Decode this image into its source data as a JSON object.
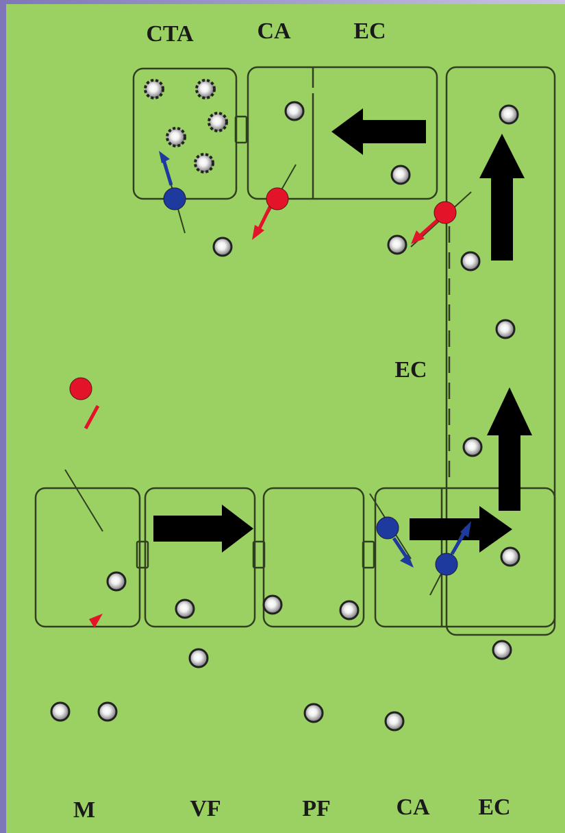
{
  "diagram": {
    "background_color": "#9bd162",
    "frame_color": "#8f86c3",
    "outline_color": "#2f3f1f",
    "channel_colors": {
      "red": "#e3142a",
      "blue": "#1f3a9f"
    },
    "labels": {
      "top_cta": "CTA",
      "top_ca": "CA",
      "top_ec": "EC",
      "middle_ec": "EC",
      "bottom_m": "M",
      "bottom_vf": "VF",
      "bottom_pf": "PF",
      "bottom_ca": "CA",
      "bottom_ec": "EC"
    }
  }
}
